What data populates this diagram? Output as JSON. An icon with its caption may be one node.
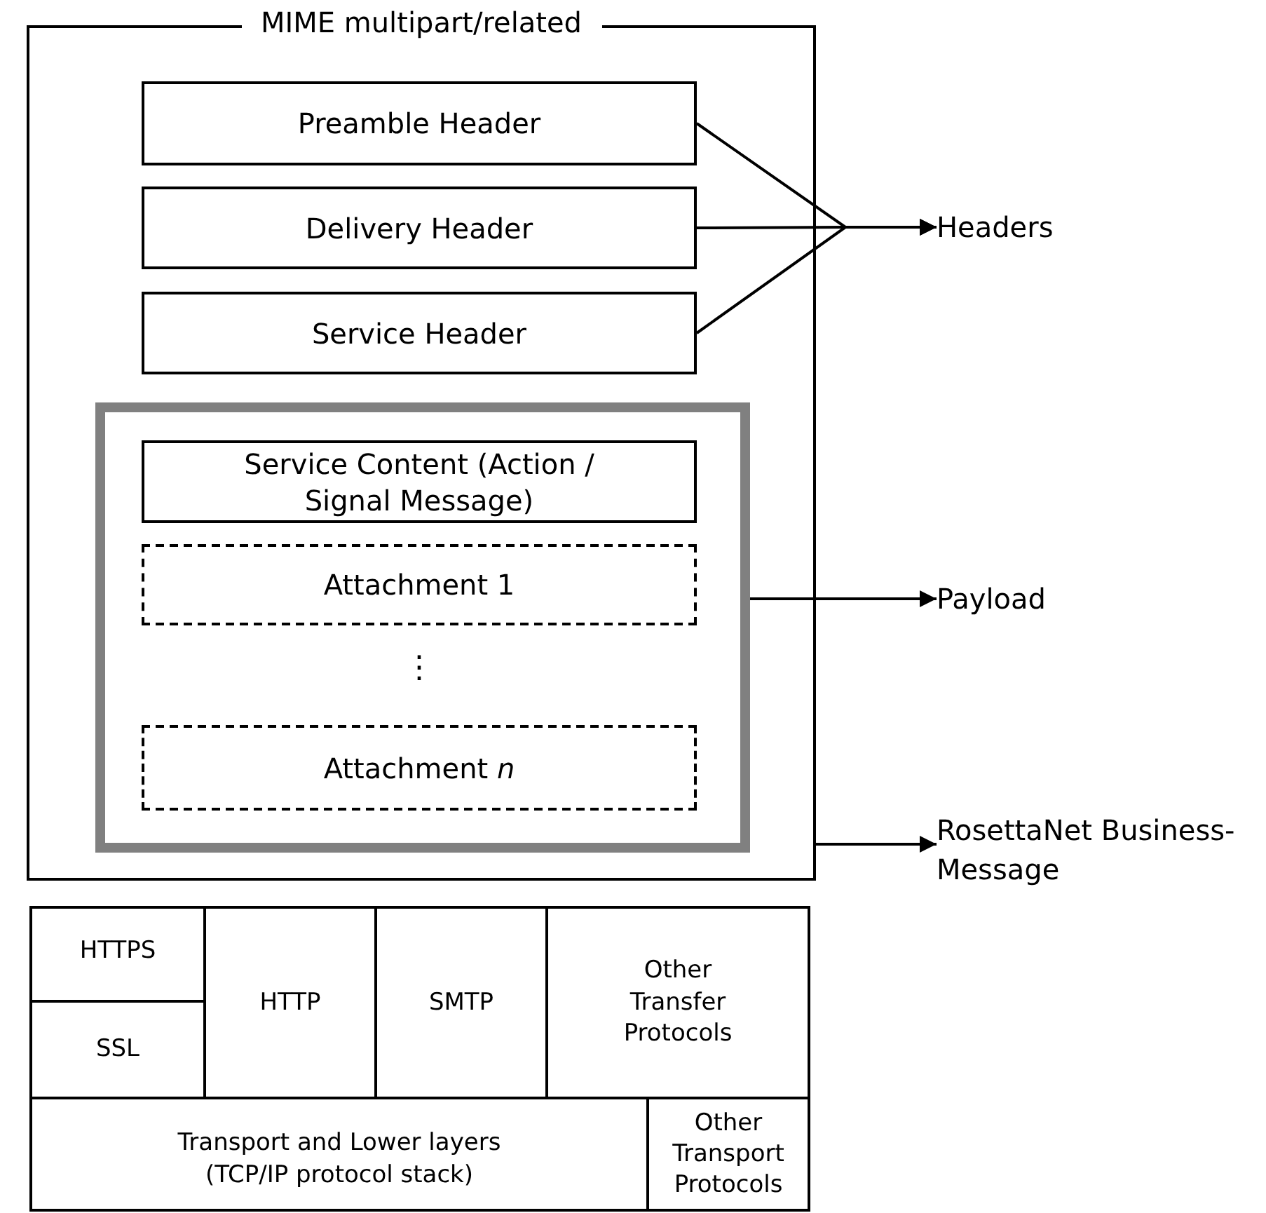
{
  "diagram": {
    "nodes": [
      {
        "text": [
          "MIME multipart/related"
        ]
      },
      {
        "text": [
          "Preamble Header"
        ],
        "in": 0
      },
      {
        "text": [
          "Delivery Header"
        ],
        "in": 0
      },
      {
        "text": [
          "Service Header"
        ],
        "in": 0
      },
      {
        "text": [],
        "shape": "box",
        "in": 0
      },
      {
        "text": [
          "Service Content (Action / Signal Message)"
        ],
        "in": 4
      },
      {
        "text": [
          "Attachment 1"
        ],
        "in": 4
      },
      {
        "text": [
          "Attachment *n*"
        ],
        "in": 4
      },
      {
        "text": [
          "Headers"
        ]
      },
      {
        "text": [
          "Payload"
        ]
      },
      {
        "text": [
          "RosettaNet Business-Message"
        ]
      },
      {
        "text": [
          "HTTPS"
        ]
      },
      {
        "text": [
          "SSL"
        ]
      },
      {
        "text": [
          "HTTP"
        ]
      },
      {
        "text": [
          "SMTP"
        ]
      },
      {
        "text": [
          "Other Transfer Protocols"
        ]
      },
      {
        "text": [
          "Transport and Lower layers (TCP/IP protocol stack)"
        ]
      },
      {
        "text": [
          "Other Transport Protocols"
        ]
      }
    ],
    "edges": [
      {
        "from": 1,
        "to": 8,
        "arrow": "to"
      },
      {
        "from": 2,
        "to": 8,
        "arrow": "to"
      },
      {
        "from": 3,
        "to": 8,
        "arrow": "to"
      },
      {
        "from": 4,
        "to": 9,
        "arrow": "to"
      },
      {
        "from": 0,
        "to": 10,
        "arrow": "to"
      }
    ],
    "labels": [
      "⋮"
    ]
  }
}
